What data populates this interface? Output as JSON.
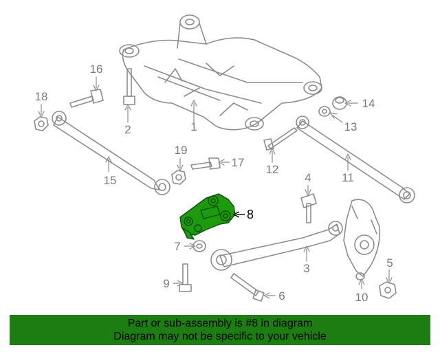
{
  "callouts": {
    "c1": "1",
    "c2": "2",
    "c3": "3",
    "c4": "4",
    "c5": "5",
    "c6": "6",
    "c7": "7",
    "c8": "8",
    "c9": "9",
    "c10": "10",
    "c11": "11",
    "c12": "12",
    "c13": "13",
    "c14": "14",
    "c15": "15",
    "c16": "16",
    "c17": "17",
    "c18": "18",
    "c19": "19"
  },
  "highlight_part": "8",
  "colors": {
    "line_art": "#8c8c8c",
    "highlight_part": "#1e9a0f",
    "banner_background": "#1e7d12",
    "banner_text": "#000000"
  },
  "banner": {
    "line1": "Part or sub-assembly is #8 in diagram",
    "line2": "Diagram may not be specific to your vehicle"
  }
}
